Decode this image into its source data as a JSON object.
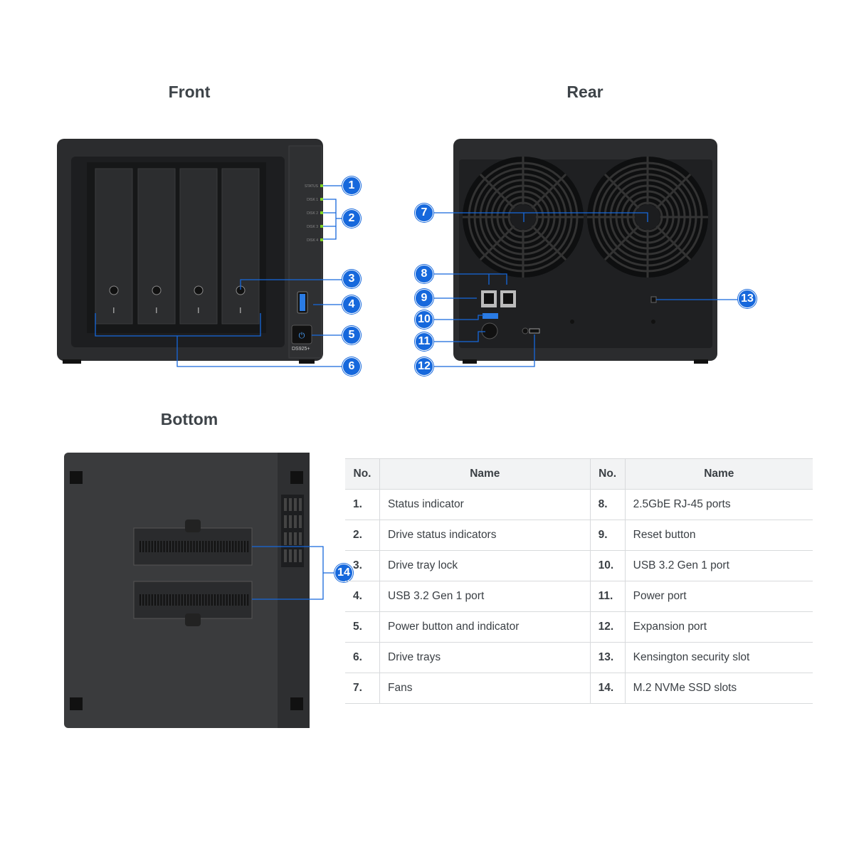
{
  "titles": {
    "front": "Front",
    "rear": "Rear",
    "bottom": "Bottom"
  },
  "device": {
    "model": "DS925+",
    "led_labels": [
      "STATUS",
      "DISK 1",
      "DISK 2",
      "DISK 3",
      "DISK 4"
    ]
  },
  "callouts": [
    "1",
    "2",
    "3",
    "4",
    "5",
    "6",
    "7",
    "8",
    "9",
    "10",
    "11",
    "12",
    "13",
    "14"
  ],
  "colors": {
    "accent": "#1668dc",
    "led": "#7ed321",
    "chassis": "#2b2c2e"
  },
  "table": {
    "headers": [
      "No.",
      "Name",
      "No.",
      "Name"
    ],
    "rows": [
      [
        "1.",
        "Status indicator",
        "8.",
        "2.5GbE RJ-45 ports"
      ],
      [
        "2.",
        "Drive status indicators",
        "9.",
        "Reset button"
      ],
      [
        "3.",
        "Drive tray lock",
        "10.",
        "USB 3.2 Gen 1 port"
      ],
      [
        "4.",
        "USB 3.2 Gen 1 port",
        "11.",
        "Power port"
      ],
      [
        "5.",
        "Power button and indicator",
        "12.",
        "Expansion port"
      ],
      [
        "6.",
        "Drive trays",
        "13.",
        "Kensington security slot"
      ],
      [
        "7.",
        "Fans",
        "14.",
        "M.2 NVMe SSD slots"
      ]
    ]
  }
}
